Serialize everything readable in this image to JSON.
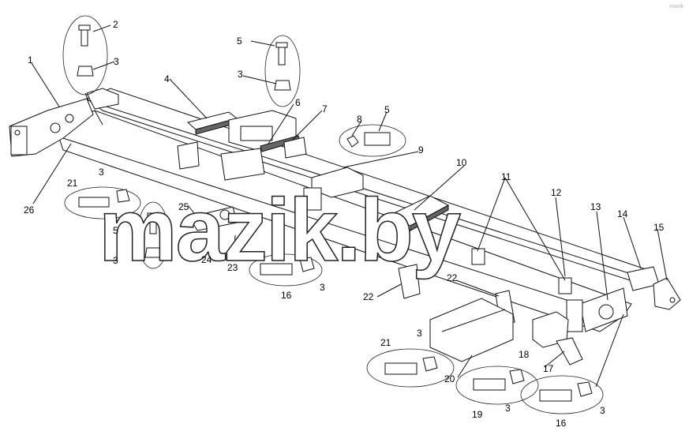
{
  "watermark": {
    "main": "mazik.by",
    "corner": "mazik"
  },
  "callouts": {
    "c1": "1",
    "c2": "2",
    "c3a": "3",
    "c4": "4",
    "c5a": "5",
    "c3b": "3",
    "c6": "6",
    "c7": "7",
    "c8": "8",
    "c5b": "5",
    "c9": "9",
    "c10": "10",
    "c11": "11",
    "c12": "12",
    "c13": "13",
    "c14": "14",
    "c15": "15",
    "c26": "26",
    "c21a": "21",
    "c3c": "3",
    "c25": "25",
    "c5c": "5",
    "c3d": "3",
    "c24": "24",
    "c23": "23",
    "c16a": "16",
    "c3e": "3",
    "c22a": "22",
    "c22b": "22",
    "c21b": "21",
    "c3f": "3",
    "c20": "20",
    "c18": "18",
    "c17": "17",
    "c19": "19",
    "c3g": "3",
    "c16b": "16",
    "c3h": "3"
  }
}
